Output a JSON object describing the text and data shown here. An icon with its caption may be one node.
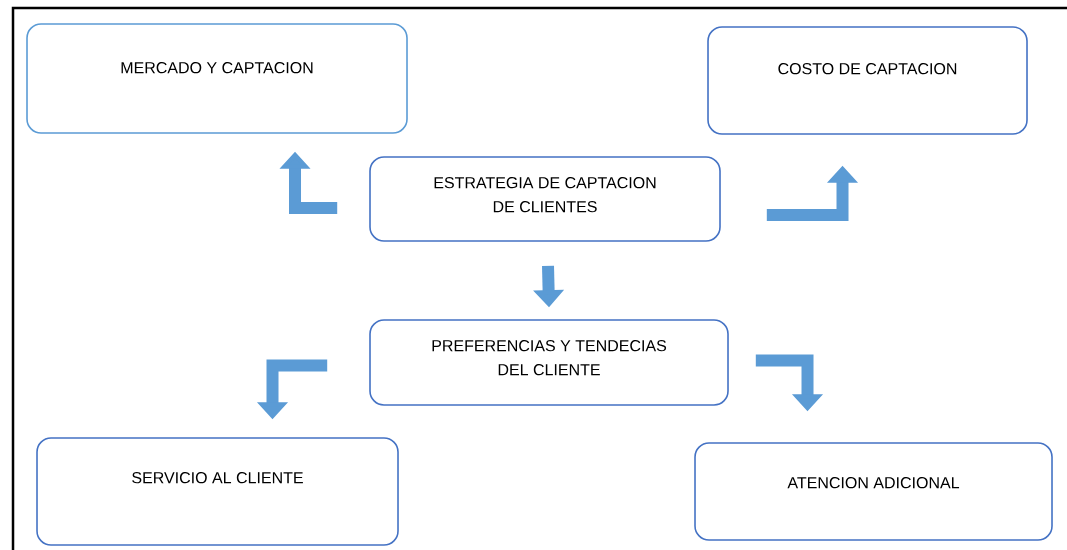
{
  "diagram": {
    "nodes": [
      {
        "text": [
          "MERCADO Y CAPTACION"
        ]
      },
      {
        "text": [
          "COSTO DE CAPTACION"
        ]
      },
      {
        "text": [
          "ESTRATEGIA DE CAPTACION DE CLIENTES"
        ]
      },
      {
        "text": [
          "PREFERENCIAS Y TENDECIAS DEL CLIENTE"
        ]
      },
      {
        "text": [
          "SERVICIO AL CLIENTE"
        ]
      },
      {
        "text": [
          "ATENCION ADICIONAL"
        ]
      }
    ],
    "edges": [
      {
        "from": 2,
        "to": 0,
        "arrow": "to"
      },
      {
        "from": 2,
        "to": 1,
        "arrow": "to"
      },
      {
        "from": 2,
        "to": 3,
        "arrow": "to"
      },
      {
        "from": 3,
        "to": 4,
        "arrow": "to"
      },
      {
        "from": 3,
        "to": 5,
        "arrow": "to"
      }
    ]
  }
}
